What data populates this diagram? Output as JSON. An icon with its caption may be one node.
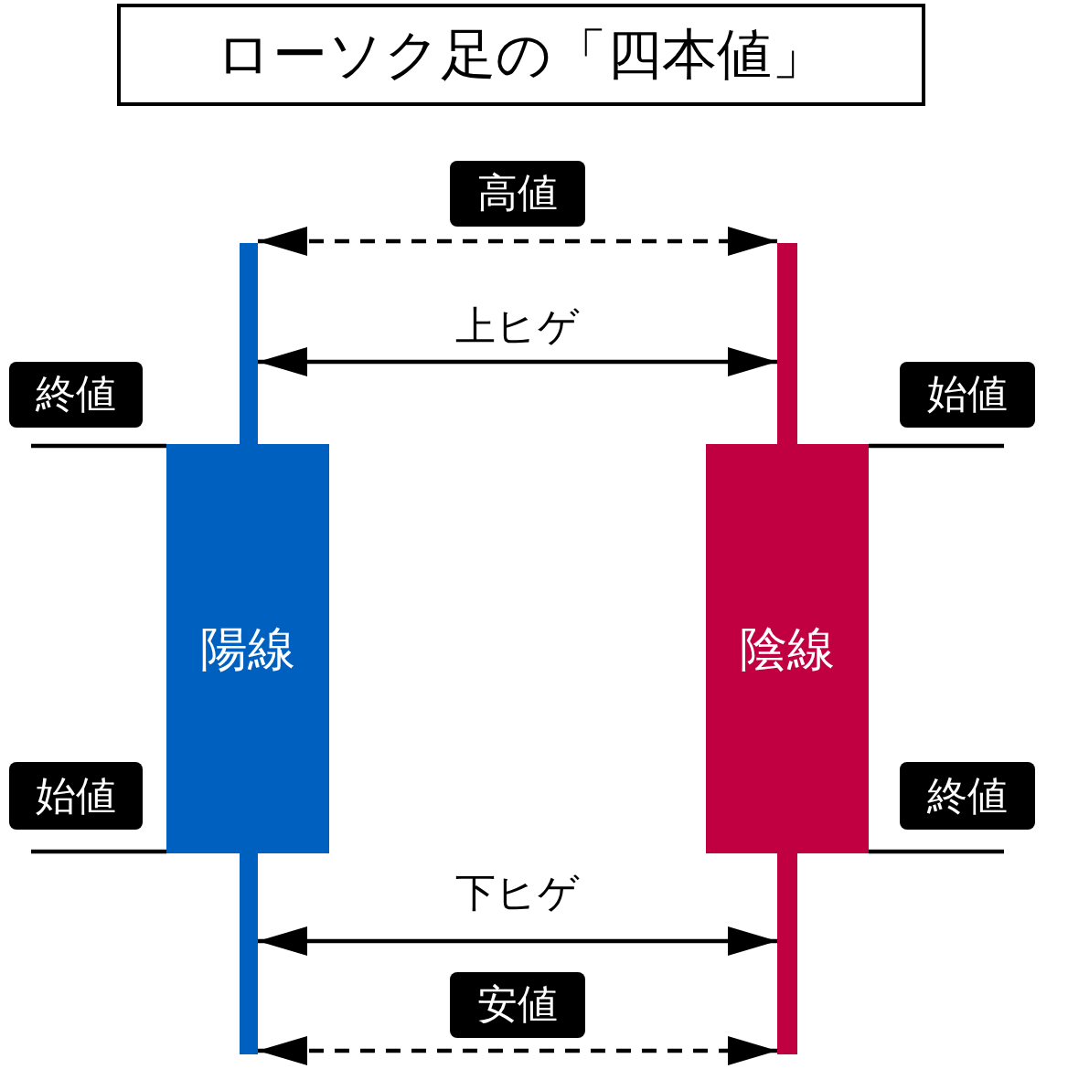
{
  "diagram": {
    "title": "ローソク足の「四本値」",
    "nodes": [
      {
        "text": [
          "高値"
        ]
      },
      {
        "text": [],
        "shape": "bar"
      },
      {
        "text": [],
        "shape": "bar"
      },
      {
        "text": [
          "終値"
        ]
      },
      {
        "text": [
          "始値"
        ]
      },
      {
        "text": [
          "陽線"
        ]
      },
      {
        "text": [
          "陰線"
        ]
      },
      {
        "text": [
          "始値"
        ]
      },
      {
        "text": [
          "終値"
        ]
      },
      {
        "text": [],
        "shape": "bar"
      },
      {
        "text": [],
        "shape": "bar"
      },
      {
        "text": [
          "安値"
        ]
      }
    ],
    "edges": [
      {
        "from": 1,
        "to": 2,
        "arrow": "both",
        "style": "dashed"
      },
      {
        "from": 1,
        "to": 2,
        "arrow": "both",
        "label": "上ヒゲ"
      },
      {
        "from": 3,
        "to": 5,
        "arrow": "none"
      },
      {
        "from": 4,
        "to": 6,
        "arrow": "none"
      },
      {
        "from": 7,
        "to": 5,
        "arrow": "none"
      },
      {
        "from": 8,
        "to": 6,
        "arrow": "none"
      },
      {
        "from": 9,
        "to": 10,
        "arrow": "both",
        "label": "下ヒゲ"
      },
      {
        "from": 9,
        "to": 10,
        "arrow": "both",
        "style": "dashed"
      }
    ]
  }
}
